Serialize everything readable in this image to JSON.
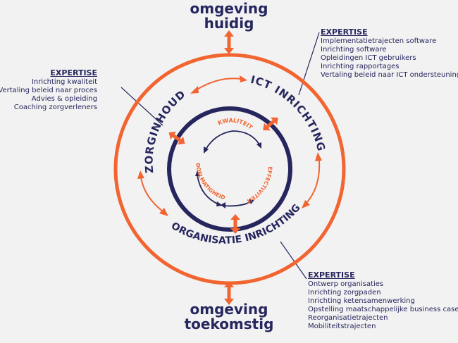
{
  "colors": {
    "navy": "#26265e",
    "orange": "#f26430",
    "background": "#f2f2f2"
  },
  "environment": {
    "current": {
      "line1": "omgeving",
      "line2": "huidig"
    },
    "future": {
      "line1": "omgeving",
      "line2": "toekomstig"
    }
  },
  "outer_ring": {
    "segments": [
      "ZORGINHOUD",
      "ICT INRICHTING",
      "ORGANISATIE INRICHTING"
    ]
  },
  "inner_ring": {
    "words": [
      "KWALITEIT",
      "EFFECTIVITEIT",
      "DOELMATIGHEID"
    ]
  },
  "expertise_ict": {
    "heading": "EXPERTISE",
    "items": [
      "Implementatietrajecten software",
      "Inrichting software",
      "Opleidingen ICT gebruikers",
      "Inrichting rapportages",
      "Vertaling beleid naar ICT ondersteuning"
    ]
  },
  "expertise_zorg": {
    "heading": "EXPERTISE",
    "items": [
      "Inrichting kwaliteit",
      "Vertaling beleid naar proces",
      "Advies & opleiding",
      "Coaching zorgverleners"
    ]
  },
  "expertise_org": {
    "heading": "EXPERTISE",
    "items": [
      "Ontwerp organisaties",
      "Inrichting zorgpaden",
      "Inrichting ketensamenwerking",
      "Opstelling maatschappelijke business case",
      "Reorganisatietrajecten",
      "Mobiliteitstrajecten"
    ]
  }
}
